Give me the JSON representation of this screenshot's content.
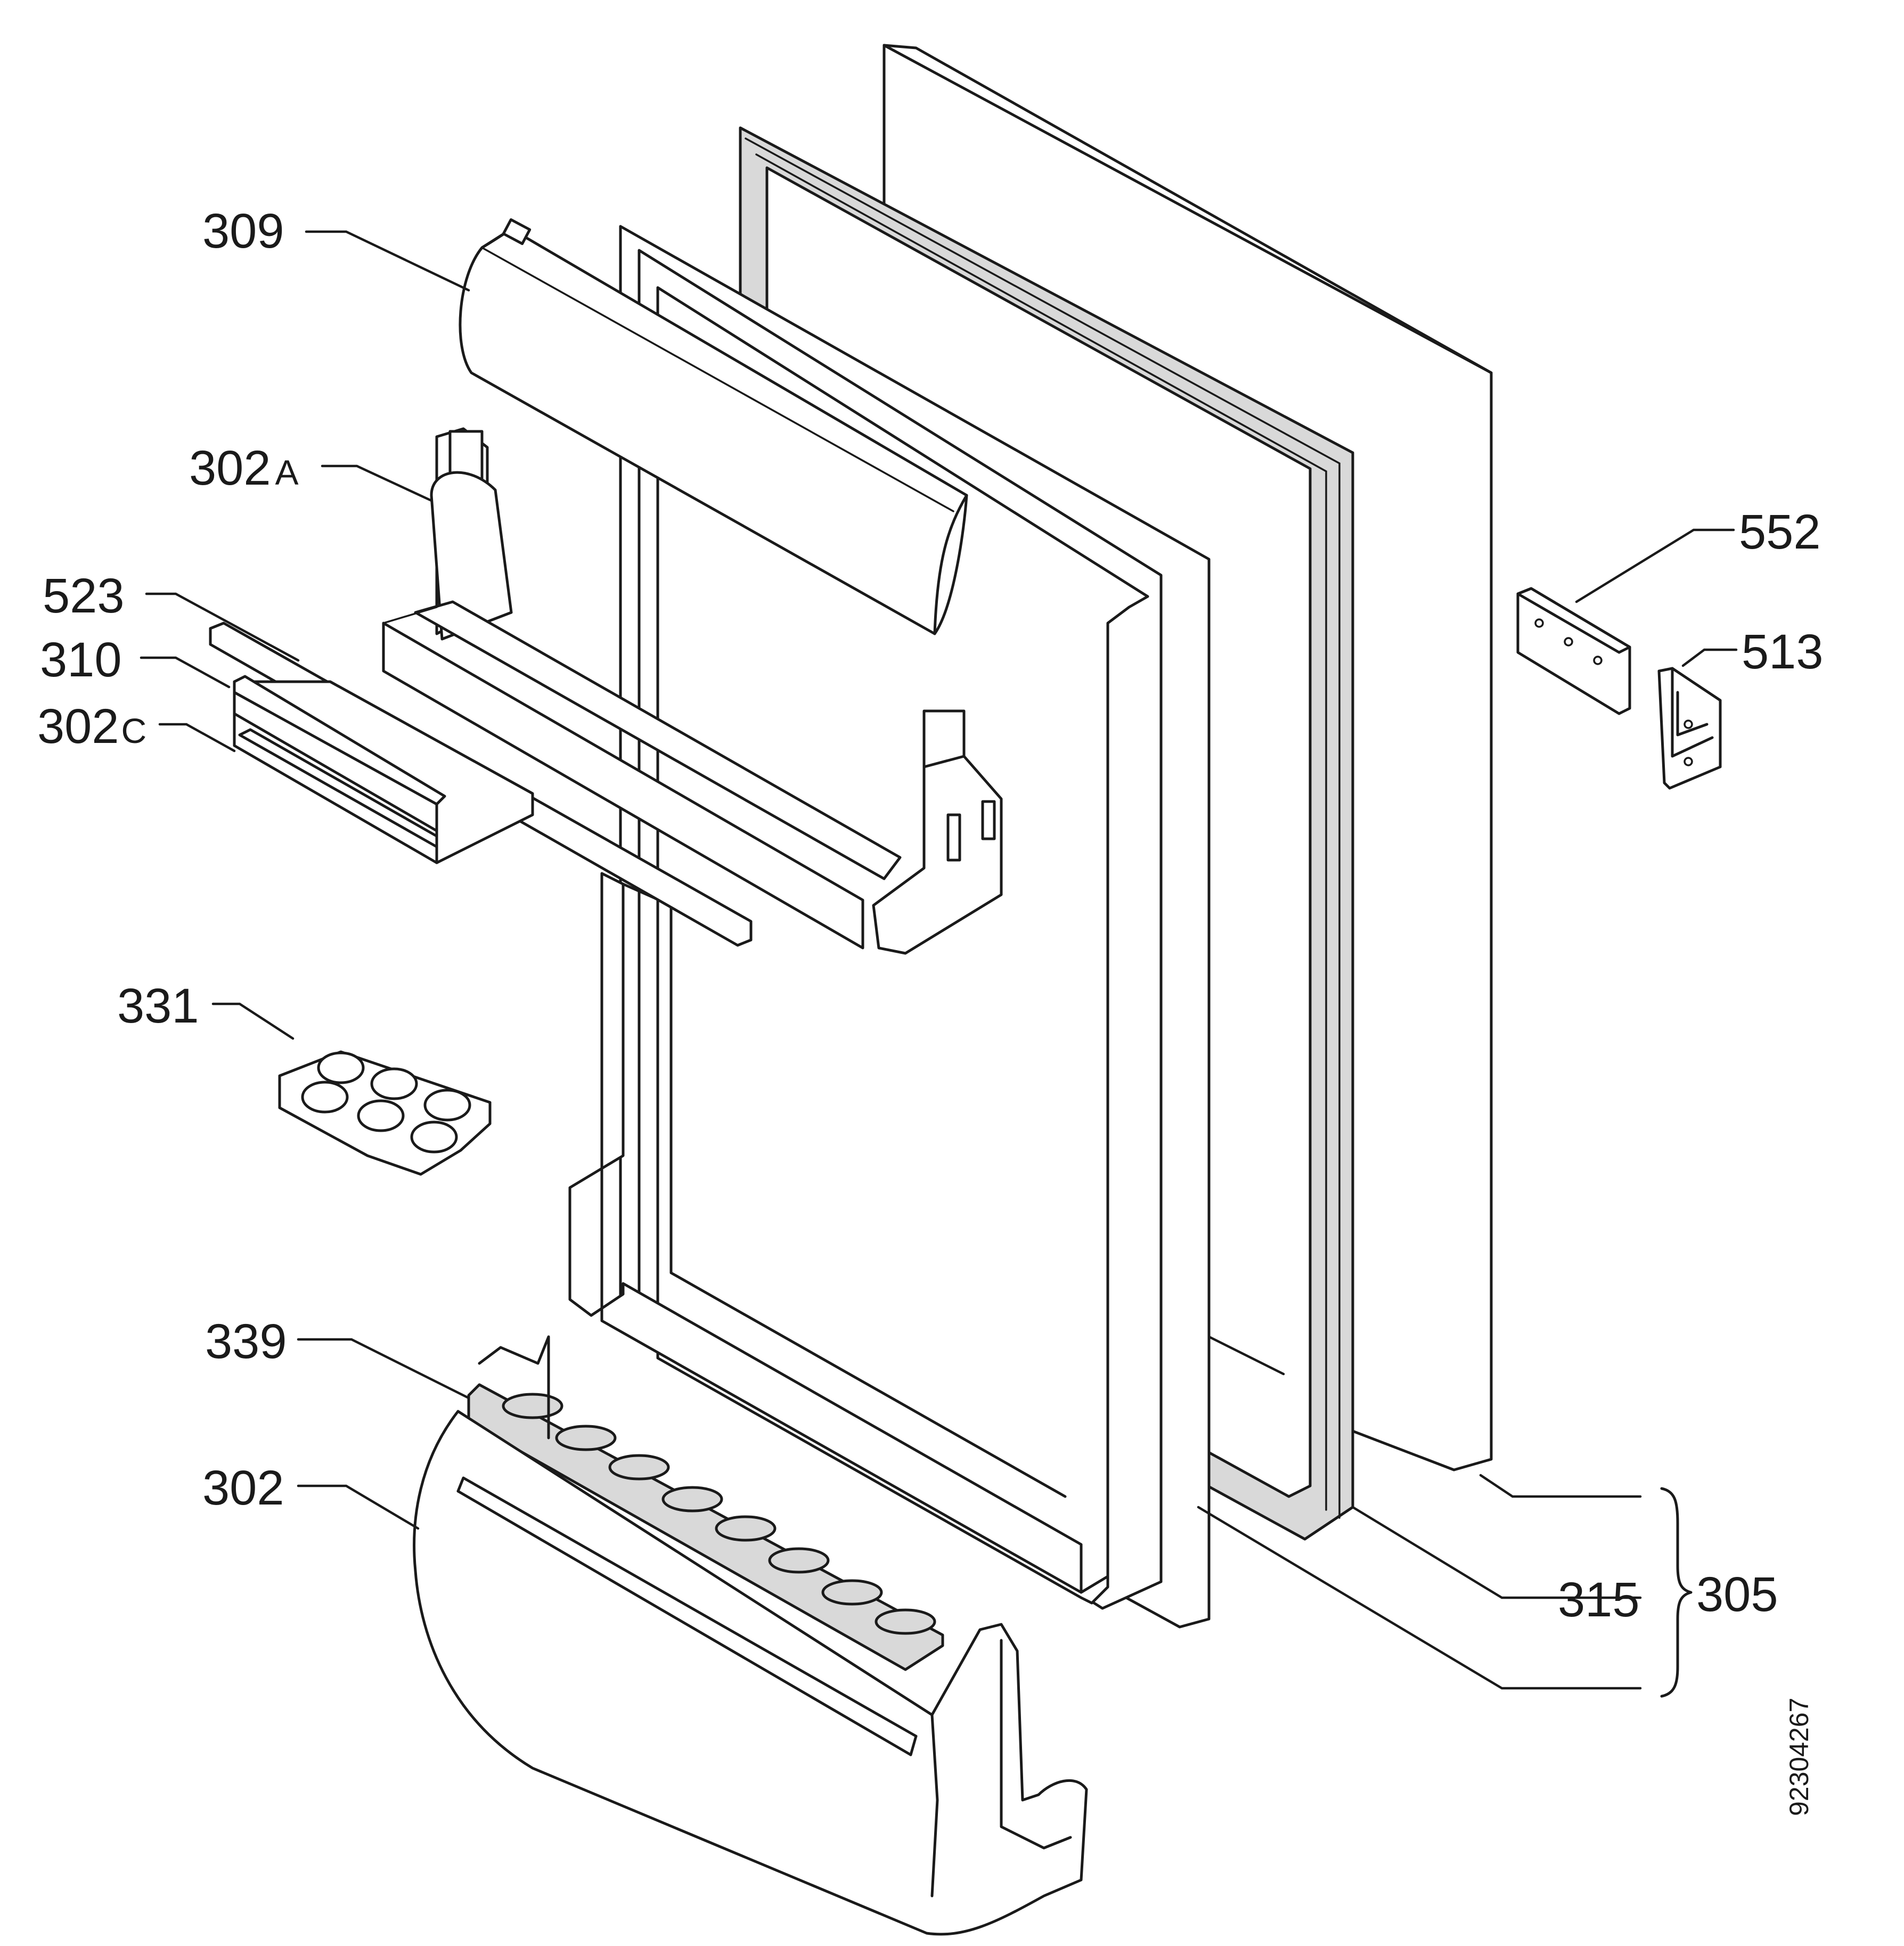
{
  "labels": {
    "p309": "309",
    "p302A": "302",
    "p302A_suffix": "A",
    "p523": "523",
    "p310": "310",
    "p302C": "302",
    "p302C_suffix": "C",
    "p331": "331",
    "p339": "339",
    "p302": "302",
    "p552": "552",
    "p513": "513",
    "p315": "315",
    "p305": "305"
  },
  "doc_number": "92304267"
}
